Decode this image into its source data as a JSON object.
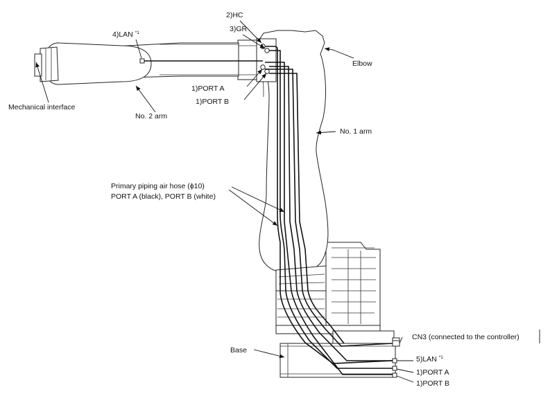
{
  "labels": {
    "hc": "2)HC",
    "gr": "3)GR",
    "lan_arm": "4)LAN",
    "lan_arm_note": "*1",
    "elbow": "Elbow",
    "mechanical_interface": "Mechanical interface",
    "no2_arm": "No. 2 arm",
    "port_a_top": "1)PORT A",
    "port_b_top": "1)PORT B",
    "no1_arm": "No. 1 arm",
    "hose_line1": "Primary piping air hose (ϕ10)",
    "hose_line2": "PORT A (black), PORT B (white)",
    "cn3": "CN3 (connected to the controller)",
    "base": "Base",
    "lan_base": "5)LAN",
    "lan_base_note": "*1",
    "port_a_bottom": "1)PORT A",
    "port_b_bottom": "1)PORT B"
  }
}
